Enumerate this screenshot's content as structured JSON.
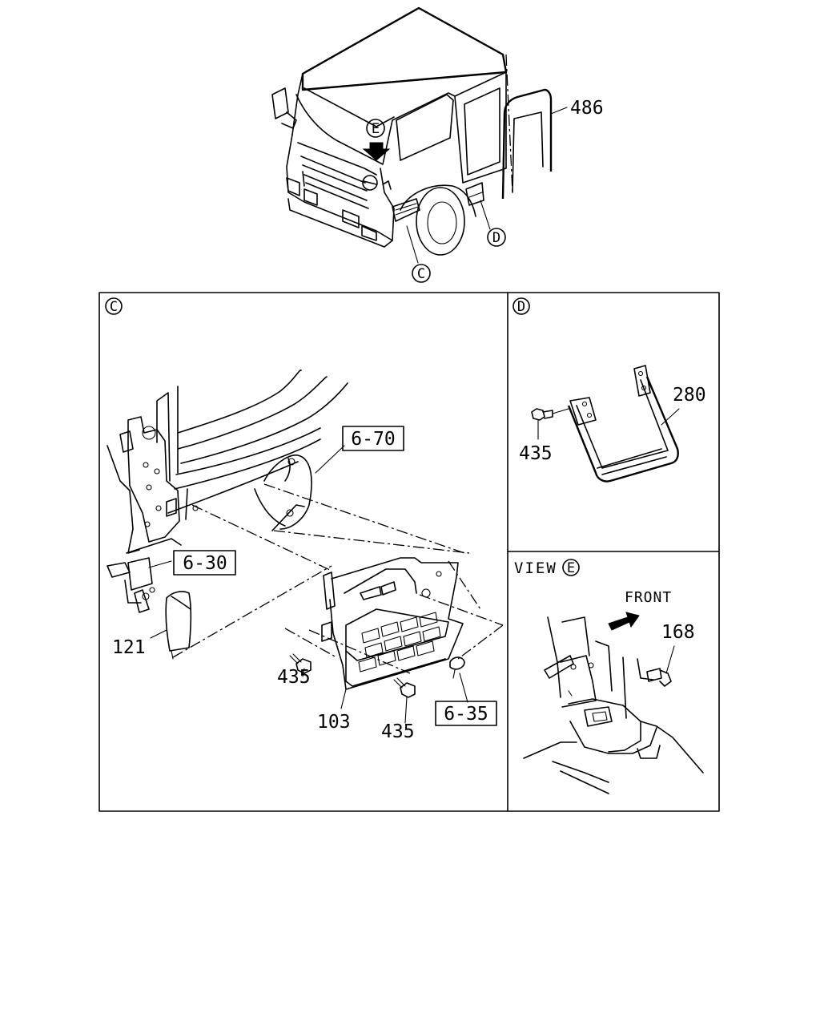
{
  "overview": {
    "callouts": {
      "c": "C",
      "d": "D",
      "e": "E"
    },
    "part_486": "486"
  },
  "panel_c": {
    "tag": "C",
    "refs": {
      "r670": "6-70",
      "r630": "6-30",
      "r635": "6-35"
    },
    "parts": {
      "p121": "121",
      "p435a": "435",
      "p103": "103",
      "p435b": "435"
    }
  },
  "panel_d": {
    "tag": "D",
    "parts": {
      "p280": "280",
      "p435": "435"
    }
  },
  "panel_e": {
    "view_word": "VIEW",
    "tag": "E",
    "front": "FRONT",
    "part_168": "168"
  }
}
